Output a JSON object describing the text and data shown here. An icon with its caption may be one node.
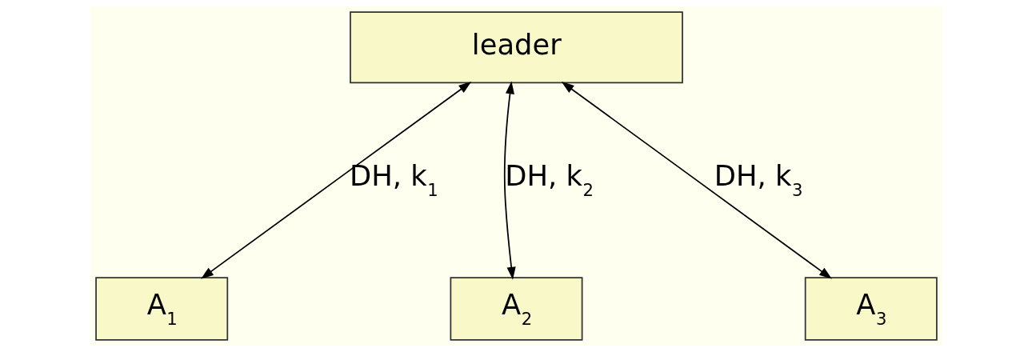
{
  "diagram": {
    "nodes": [
      {
        "text": [
          "leader"
        ]
      },
      {
        "text": [
          "A$_{1}$"
        ]
      },
      {
        "text": [
          "A$_{2}$"
        ]
      },
      {
        "text": [
          "A$_{3}$"
        ]
      }
    ],
    "edges": [
      {
        "from": 0,
        "to": 1,
        "arrow": "both",
        "label": "DH, k$_{1}$"
      },
      {
        "from": 0,
        "to": 2,
        "arrow": "both",
        "label": "DH, k$_{2}$"
      },
      {
        "from": 0,
        "to": 3,
        "arrow": "both",
        "label": "DH, k$_{3}$"
      }
    ]
  }
}
